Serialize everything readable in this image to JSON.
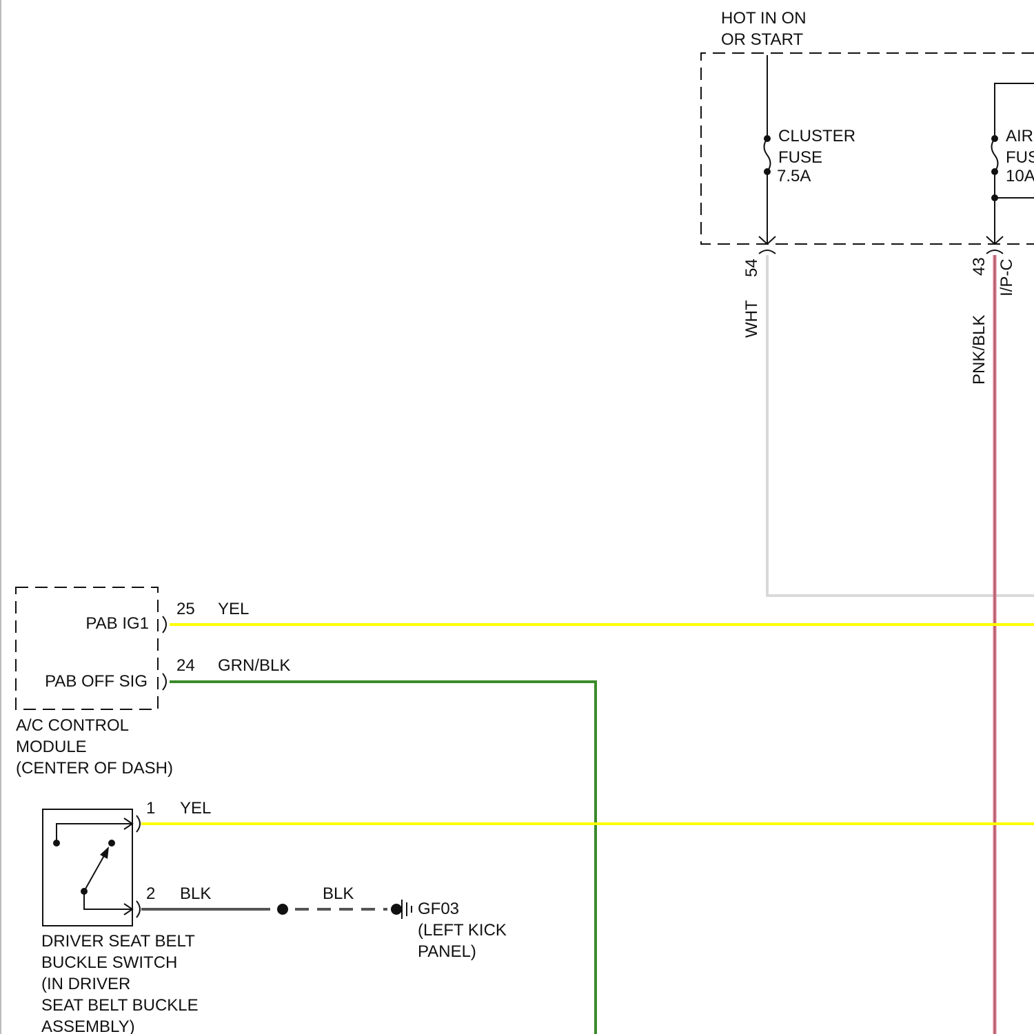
{
  "colors": {
    "wht": "#d9d9d9",
    "pnk_blk": "#d97a8c",
    "pnk_blk_stripe": "#555555",
    "yel": "#ffff00",
    "grn_blk": "#3a8a2a",
    "blk": "#555555",
    "line": "#111111"
  },
  "fuse_block": {
    "header": [
      "HOT IN ON",
      "OR START"
    ],
    "cluster_fuse": [
      "CLUSTER",
      "FUSE",
      "7.5A"
    ],
    "air_fuse": [
      "AIR",
      "FUS",
      "10A"
    ],
    "pin_54": "54",
    "pin_43": "43",
    "connector": "I/P-C"
  },
  "wires": {
    "wht": "WHT",
    "pnk_blk": "PNK/BLK",
    "yel_top": "YEL",
    "grn_blk": "GRN/BLK",
    "yel_bottom": "YEL",
    "blk_1": "BLK",
    "blk_2": "BLK"
  },
  "ac_module": {
    "pin_25": "25",
    "pin_24": "24",
    "pab_ig1": "PAB IG1",
    "pab_off_sig": "PAB OFF SIG",
    "label": [
      "A/C CONTROL",
      "MODULE",
      "(CENTER OF DASH)"
    ]
  },
  "seat_belt_switch": {
    "pin_1": "1",
    "pin_2": "2",
    "label": [
      "DRIVER SEAT BELT",
      "BUCKLE SWITCH",
      "(IN DRIVER",
      "SEAT BELT BUCKLE",
      "ASSEMBLY)"
    ]
  },
  "ground": {
    "label": [
      "GF03",
      "(LEFT KICK",
      "PANEL)"
    ]
  }
}
